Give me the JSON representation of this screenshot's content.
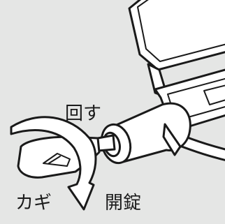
{
  "labels": {
    "turn": "回す",
    "key": "カギ",
    "unlock": "開錠"
  },
  "colors": {
    "background": "#e5e6e5",
    "line": "#1a1a1a",
    "fill": "#ffffff"
  }
}
